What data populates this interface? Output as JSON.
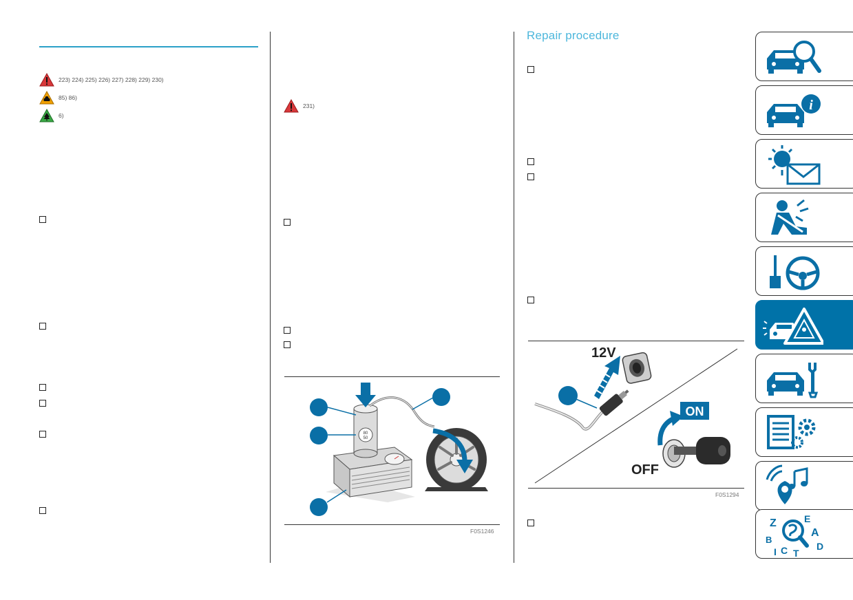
{
  "col1": {
    "warnings": [
      {
        "icon": "danger-triangle-icon",
        "color": "#d8383a",
        "text": "223) 224) 225) 226) 227) 228) 229) 230)"
      },
      {
        "icon": "car-caution-icon",
        "color": "#f0a000",
        "text": "85) 86)"
      },
      {
        "icon": "environment-tree-icon",
        "color": "#3aa845",
        "text": "6)"
      }
    ]
  },
  "col2": {
    "warnings": [
      {
        "icon": "danger-triangle-icon",
        "color": "#d8383a",
        "text": "231)"
      }
    ],
    "figure_code": "F0S1246"
  },
  "col3": {
    "heading": "Repair procedure",
    "figure": {
      "label_12v": "12V",
      "label_on": "ON",
      "label_off": "OFF"
    },
    "figure_code": "F0S1294"
  },
  "colors": {
    "accent": "#4db7dc",
    "tab_active": "#0072a8",
    "callout": "#0a6fa6"
  },
  "side_tabs": [
    {
      "icon": "car-search-icon",
      "active": false
    },
    {
      "icon": "car-info-icon",
      "active": false
    },
    {
      "icon": "warning-light-message-icon",
      "active": false
    },
    {
      "icon": "airbag-seat-icon",
      "active": false
    },
    {
      "icon": "key-steering-wheel-icon",
      "active": false
    },
    {
      "icon": "car-emergency-icon",
      "active": true
    },
    {
      "icon": "car-maintenance-icon",
      "active": false
    },
    {
      "icon": "technical-data-icon",
      "active": false
    },
    {
      "icon": "multimedia-icon",
      "active": false
    },
    {
      "icon": "alphabetical-index-icon",
      "active": false
    }
  ]
}
